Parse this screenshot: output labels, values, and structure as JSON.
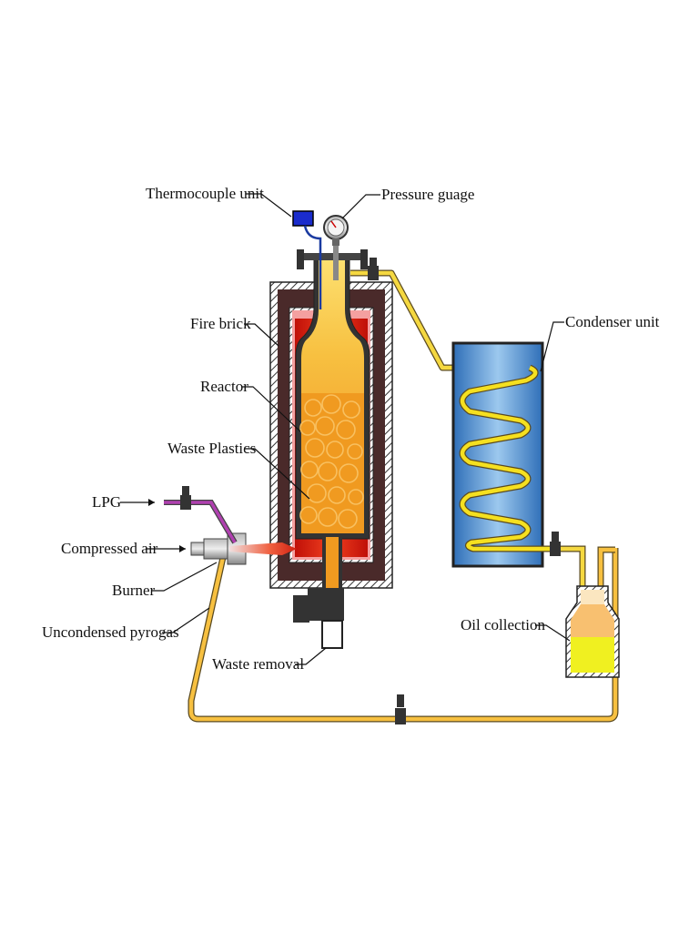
{
  "labels": {
    "thermocouple": "Thermocouple unit",
    "pressure": "Pressure guage",
    "fire_brick": "Fire brick",
    "reactor": "Reactor",
    "waste_plastics": "Waste Plastics",
    "lpg": "LPG",
    "compressed_air": "Compressed air",
    "burner": "Burner",
    "pyrogas": "Uncondensed pyrogas",
    "waste_removal": "Waste removal",
    "condenser": "Condenser unit",
    "oil_collection": "Oil collection"
  },
  "colors": {
    "insulation": "#4a2a2a",
    "fire_brick": "#f4a0a0",
    "reactor_flame": "#e03010",
    "reactor_fill": "#f5b830",
    "plastics": "#f09a20",
    "pipe": "#f5d840",
    "return_pipe": "#f7c040",
    "condenser_water": "#5aa0d8",
    "lpg_line": "#a030a0",
    "oil": "#f0f020",
    "metal": "#555555"
  }
}
